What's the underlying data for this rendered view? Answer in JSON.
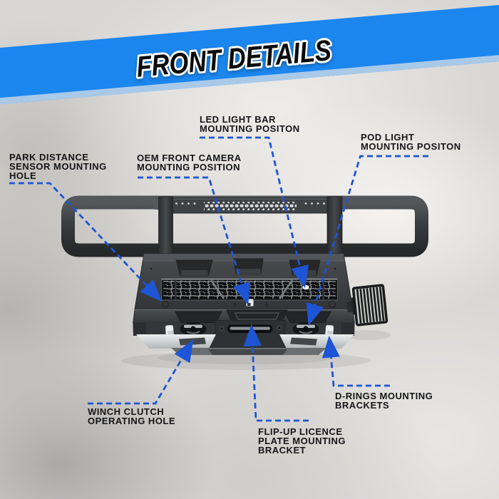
{
  "banner": {
    "title": "FRONT DETAILS",
    "bg_color": "#1b86ee",
    "edge_color": "#a9c9e9",
    "text_color": "#0b0b0b",
    "outline_color": "#ffffff"
  },
  "style": {
    "callout_color": "#1e55d6",
    "label_color": "#141518"
  },
  "callouts": {
    "park_distance": {
      "lines": [
        "PARK DISTANCE",
        "SENSOR MOUNTING",
        "HOLE"
      ]
    },
    "oem_camera": {
      "lines": [
        "OEM FRONT CAMERA",
        "MOUNTING POSITION"
      ]
    },
    "led_light_bar": {
      "lines": [
        "LED LIGHT BAR",
        "MOUNTING POSITON"
      ]
    },
    "pod_light": {
      "lines": [
        "POD LIGHT",
        "MOUNTING POSITON"
      ]
    },
    "winch_clutch": {
      "lines": [
        "WINCH CLUTCH",
        "OPERATING HOLE"
      ]
    },
    "flip_up_plate": {
      "lines": [
        "FLIP-UP LICENCE",
        "PLATE MOUNTING",
        "BRACKET"
      ]
    },
    "d_rings": {
      "lines": [
        "D-RINGS MOUNTING",
        "BRACKETS"
      ]
    }
  }
}
